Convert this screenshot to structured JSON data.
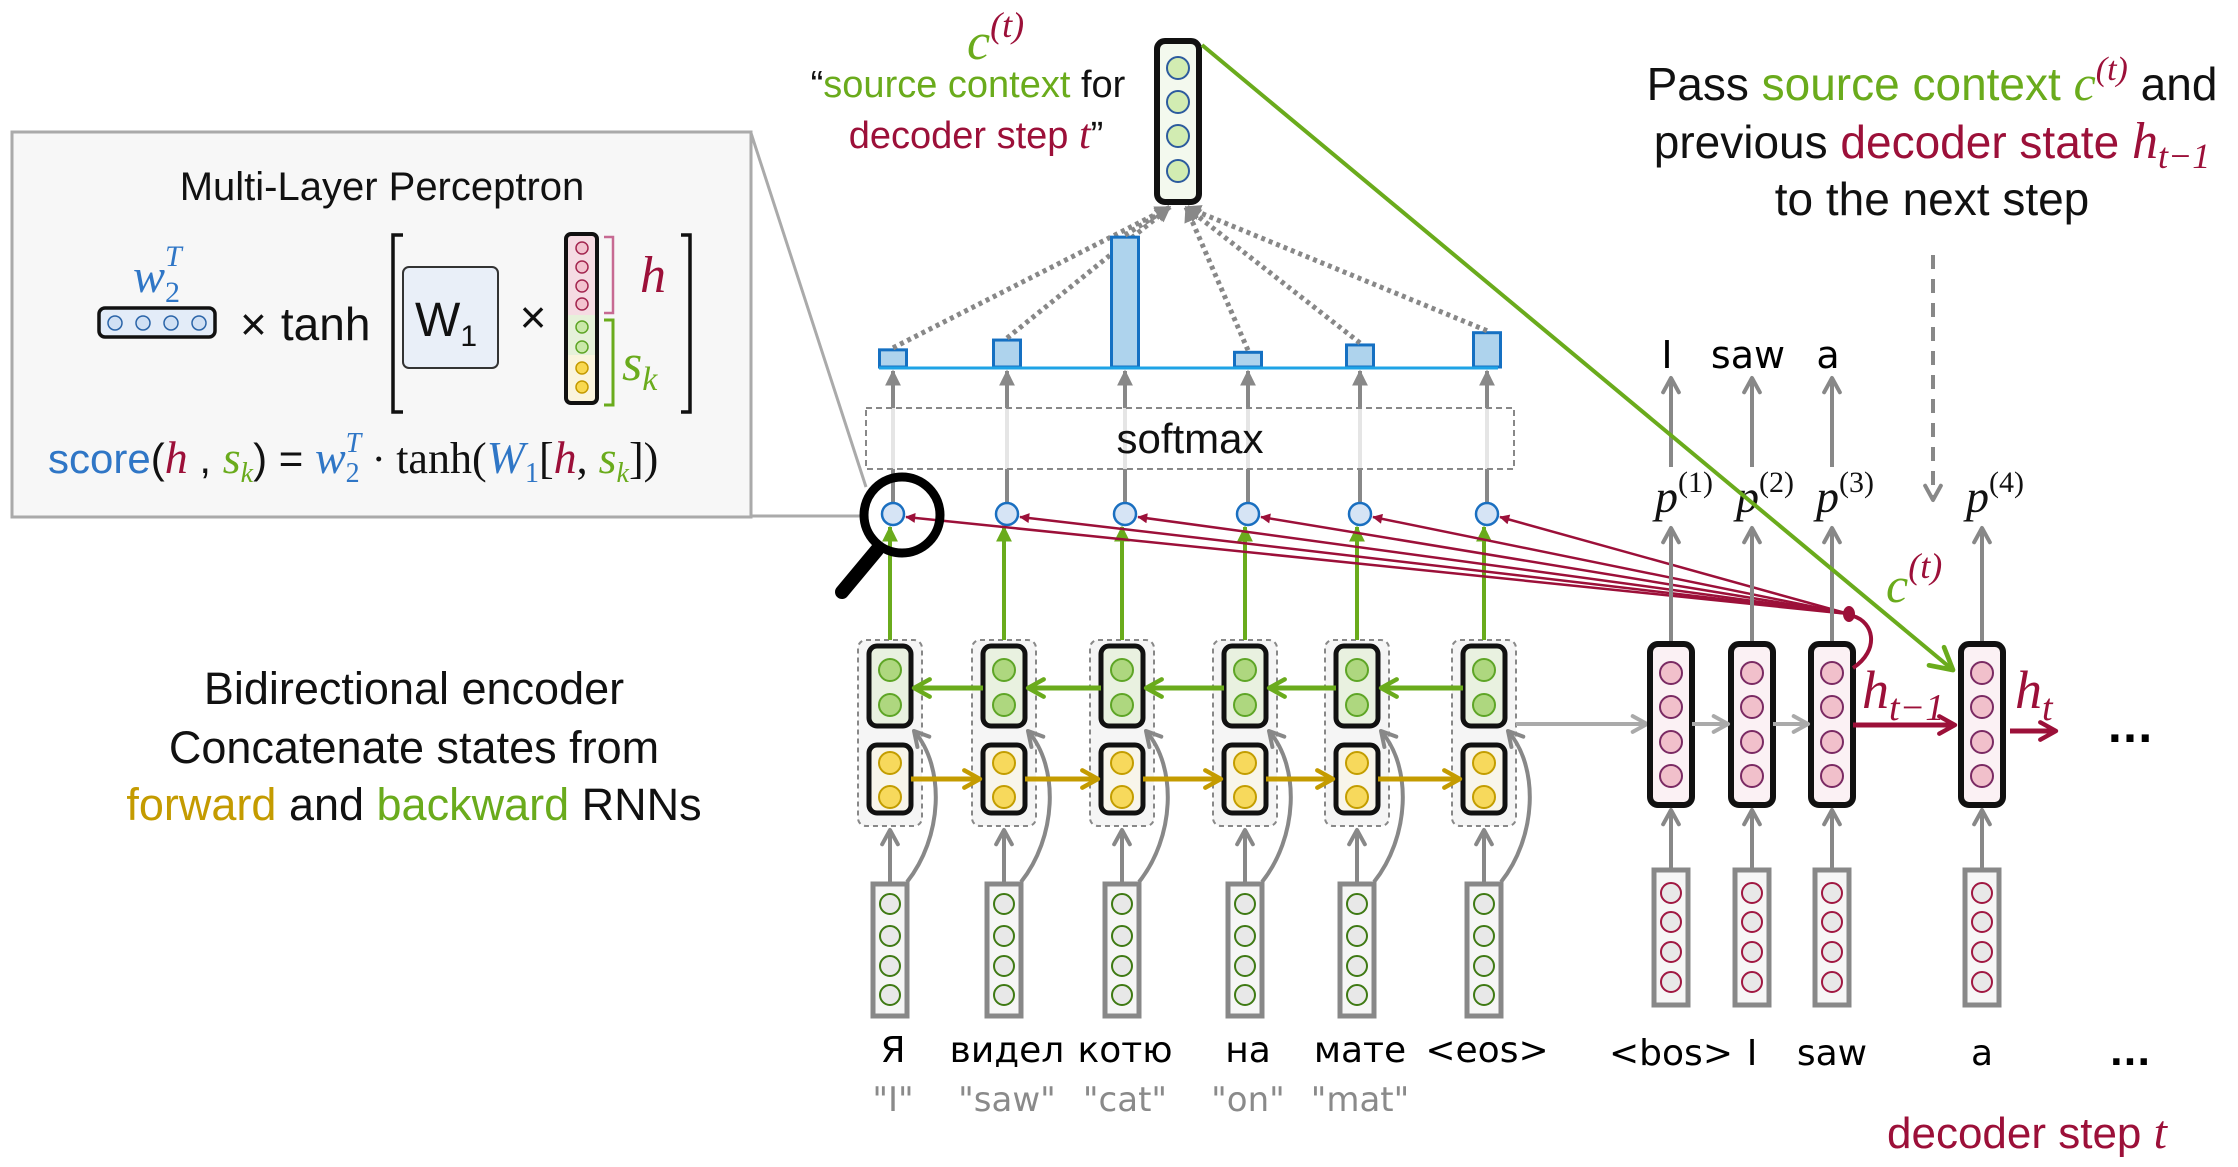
{
  "colors": {
    "green": "#6aab1c",
    "crimson": "#9c1039",
    "blue": "#2f76c6",
    "gold": "#c49b00"
  },
  "mlp": {
    "title": "Multi-Layer Perceptron",
    "w2": {
      "base": "w",
      "sub": "2",
      "sup": "T"
    },
    "times1": "×",
    "tanh": "tanh",
    "W1": {
      "base": "W",
      "sub": "1"
    },
    "times2": "×",
    "h_label": "h",
    "sk_label": {
      "base": "s",
      "sub": "k"
    },
    "formula": {
      "score": "score",
      "open": "(",
      "h": "h",
      "comma": " , ",
      "s": "s",
      "s_sub": "k",
      "close": ")",
      "equals": " = ",
      "w": "w",
      "w_sub": "2",
      "w_sup": "T",
      "dot": " · ",
      "tanh": "tanh(",
      "W": "W",
      "W_sub": "1",
      "bracket_open": "[",
      "h2": "h",
      "comma2": ", ",
      "s2": "s",
      "s2_sub": "k",
      "end": "])"
    }
  },
  "context": {
    "symbol": "c",
    "symbol_sup": "(t)",
    "caption_open_quote": "“",
    "caption_green": "source context",
    "caption_black": " for",
    "caption_crimson": "decoder step ",
    "caption_var": "t",
    "caption_close_quote": "”"
  },
  "note": {
    "line1": {
      "pass": "Pass ",
      "green": "source context ",
      "c": "c",
      "c_sup": "(t)",
      "and": " and"
    },
    "line2": {
      "previous": "previous ",
      "crimson": "decoder state ",
      "h": "h",
      "h_sub": "t−1"
    },
    "line3": "to the next step"
  },
  "encoder": {
    "title": "Bidirectional encoder",
    "subtitle": "Concatenate states from",
    "forward": "forward",
    "and": " and ",
    "backward": "backward",
    "rnns": " RNNs",
    "tokens": [
      {
        "word": "Я",
        "translation": "\"I\""
      },
      {
        "word": "видел",
        "translation": "\"saw\""
      },
      {
        "word": "котю",
        "translation": "\"cat\""
      },
      {
        "word": "на",
        "translation": "\"on\""
      },
      {
        "word": "мате",
        "translation": "\"mat\""
      },
      {
        "word": "<eos>",
        "translation": ""
      }
    ]
  },
  "attention": {
    "softmax_label": "softmax",
    "weights": [
      0.07,
      0.11,
      0.53,
      0.06,
      0.09,
      0.14
    ]
  },
  "decoder": {
    "inputs": [
      "<bos>",
      "I",
      "saw",
      "a",
      "..."
    ],
    "outputs": [
      "I",
      "saw",
      "a"
    ],
    "predictions": [
      {
        "base": "p",
        "sup": "(1)"
      },
      {
        "base": "p",
        "sup": "(2)"
      },
      {
        "base": "p",
        "sup": "(3)"
      },
      {
        "base": "p",
        "sup": "(4)"
      }
    ],
    "h_prev": {
      "base": "h",
      "sub": "t−1"
    },
    "h_curr": {
      "base": "h",
      "sub": "t"
    },
    "context_label": {
      "base": "c",
      "sup": "(t)"
    },
    "ellipsis": "...",
    "step_label": "decoder step ",
    "step_var": "t"
  }
}
